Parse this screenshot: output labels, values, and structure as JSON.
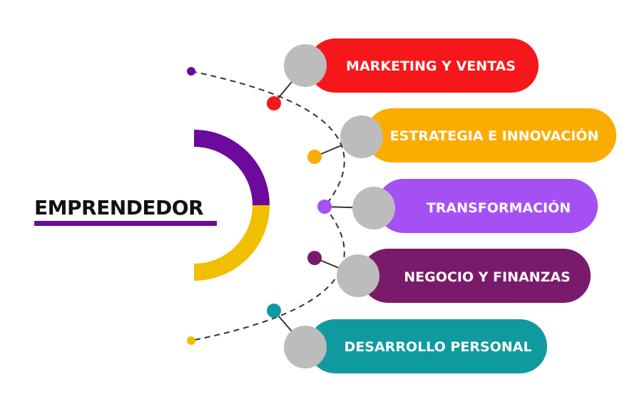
{
  "title": "EMPRENDEDOR",
  "colors": {
    "purple": "#6b0a9c",
    "yellow": "#f0c000",
    "connector_line": "#333333",
    "grey_circle": "#bcbcbc"
  },
  "items": [
    {
      "label": "MARKETING Y VENTAS",
      "color": "#f5171a"
    },
    {
      "label": "ESTRATEGIA E INNOVACIÓN",
      "color": "#fbac00"
    },
    {
      "label": "TRANSFORMACIÓN",
      "color": "#a550f2"
    },
    {
      "label": "NEGOCIO Y FINANZAS",
      "color": "#7a1a6a"
    },
    {
      "label": "DESARROLLO PERSONAL",
      "color": "#0f9aa0"
    }
  ]
}
